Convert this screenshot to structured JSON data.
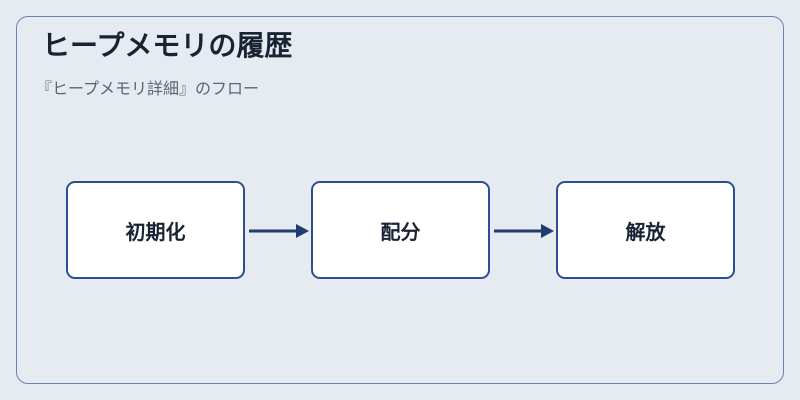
{
  "header": {
    "title": "ヒープメモリの履歴",
    "subtitle": "『ヒープメモリ詳細』のフロー"
  },
  "flow": {
    "steps": [
      {
        "label": "初期化"
      },
      {
        "label": "配分"
      },
      {
        "label": "解放"
      }
    ],
    "colors": {
      "node_border": "#2e4f8f",
      "node_fill": "#ffffff",
      "arrow": "#1f3d70",
      "frame_border": "#6b82b0",
      "background": "#e6ebf1"
    }
  }
}
